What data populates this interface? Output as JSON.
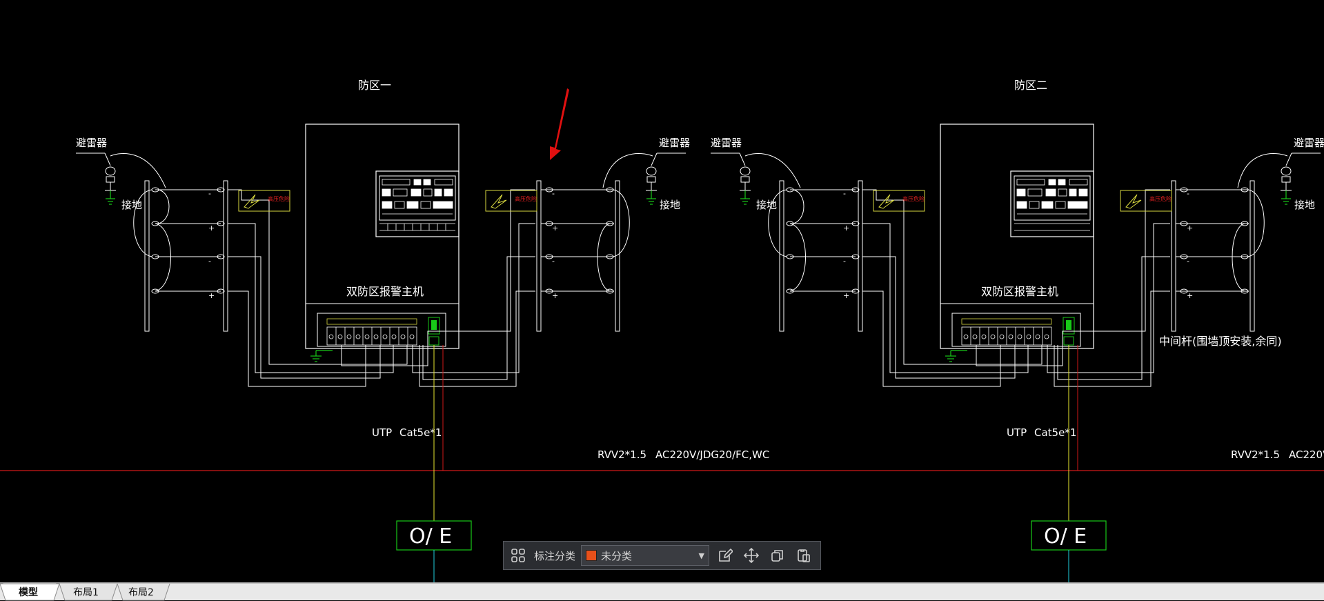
{
  "drawing": {
    "zone1_title": "防区一",
    "zone2_title": "防区二",
    "lightning_arrester": "避雷器",
    "ground": "接地",
    "host_label": "双防区报警主机",
    "mid_pole_note": "中间杆(围墙顶安装,余同)",
    "utp_label": "UTP",
    "cable_label": "Cat5e*1",
    "rvv_label": "RVV2*1.5",
    "power_label": "AC220V/JDG20/FC,WC",
    "oe_label": "O/ E",
    "warning_sign_text": "高压危险",
    "colors": {
      "background": "#000000",
      "line": "#ffffff",
      "power_line": "#d01818",
      "utp_line": "#e8e830",
      "ground": "#18c818",
      "arrow": "#e01010",
      "fiber": "#20d0e0"
    }
  },
  "toolbar": {
    "label": "标注分类",
    "category_value": "未分类",
    "category_color": "#e8501a",
    "icons": [
      "grid-icon",
      "edit-icon",
      "move-icon",
      "copy-icon",
      "paste-icon"
    ]
  },
  "tabs": [
    {
      "label": "模型",
      "active": true
    },
    {
      "label": "布局1",
      "active": false
    },
    {
      "label": "布局2",
      "active": false
    }
  ]
}
